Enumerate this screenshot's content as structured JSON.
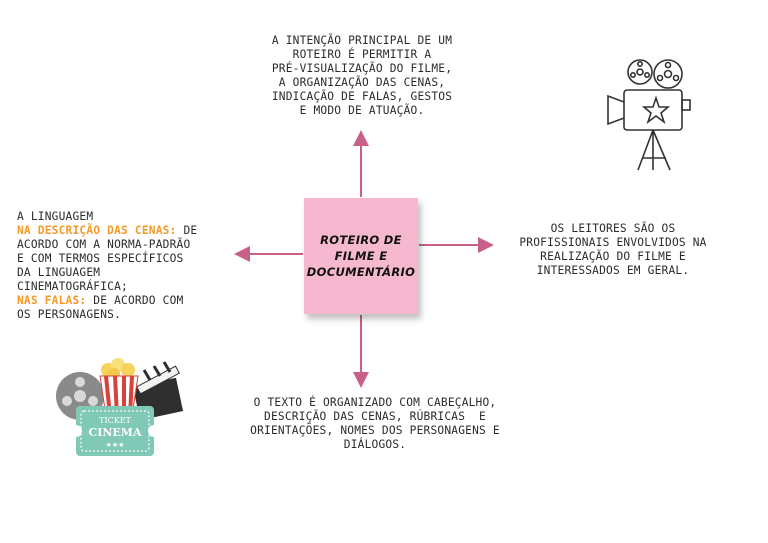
{
  "center_note": {
    "title": "ROTEIRO DE\nFILME E\nDOCUMENTÁRIO",
    "color": "#f6b8cf"
  },
  "top_text": "A INTENÇÃO PRINCIPAL DE UM\nROTEIRO É PERMITIR A\nPRÉ-VISUALIZAÇÃO DO FILME,\nA ORGANIZAÇÃO DAS CENAS,\nINDICAÇÃO DE FALAS, GESTOS\nE MODO DE ATUAÇÃO.",
  "right_text": "OS LEITORES SÃO OS\nPROFISSIONAIS ENVOLVIDOS NA\nREALIZAÇÃO DO FILME E\nINTERESSADOS EM GERAL.",
  "bottom_text": "O TEXTO É ORGANIZADO COM CABEÇALHO,\nDESCRIÇÃO DAS CENAS, RÚBRICAS  E\nORIENTAÇÕES, NOMES DOS PERSONAGENS E\nDIÁLOGOS.",
  "left_text": {
    "line1": "A LINGUAGEM",
    "highlight1": "NA DESCRIÇÃO DAS CENAS:",
    "after1": " DE",
    "rest1": "ACORDO COM A NORMA-PADRÃO\nE COM TERMOS ESPECÍFICOS\nDA LINGUAGEM\nCINEMATOGRÁFICA;",
    "highlight2": "NAS FALAS:",
    "after2": " DE ACORDO COM",
    "rest2": "OS PERSONAGENS."
  },
  "ticket": {
    "line1": "TICKET",
    "line2": "CINEMA",
    "stars": "★★★"
  },
  "colors": {
    "arrow": "#c9608a",
    "highlight": "#f39a2c",
    "ticket": "#7fc9b6"
  },
  "icons": [
    "movie-camera-icon",
    "cinema-ticket-icon",
    "popcorn-icon",
    "film-reel-icon",
    "clapperboard-icon"
  ]
}
